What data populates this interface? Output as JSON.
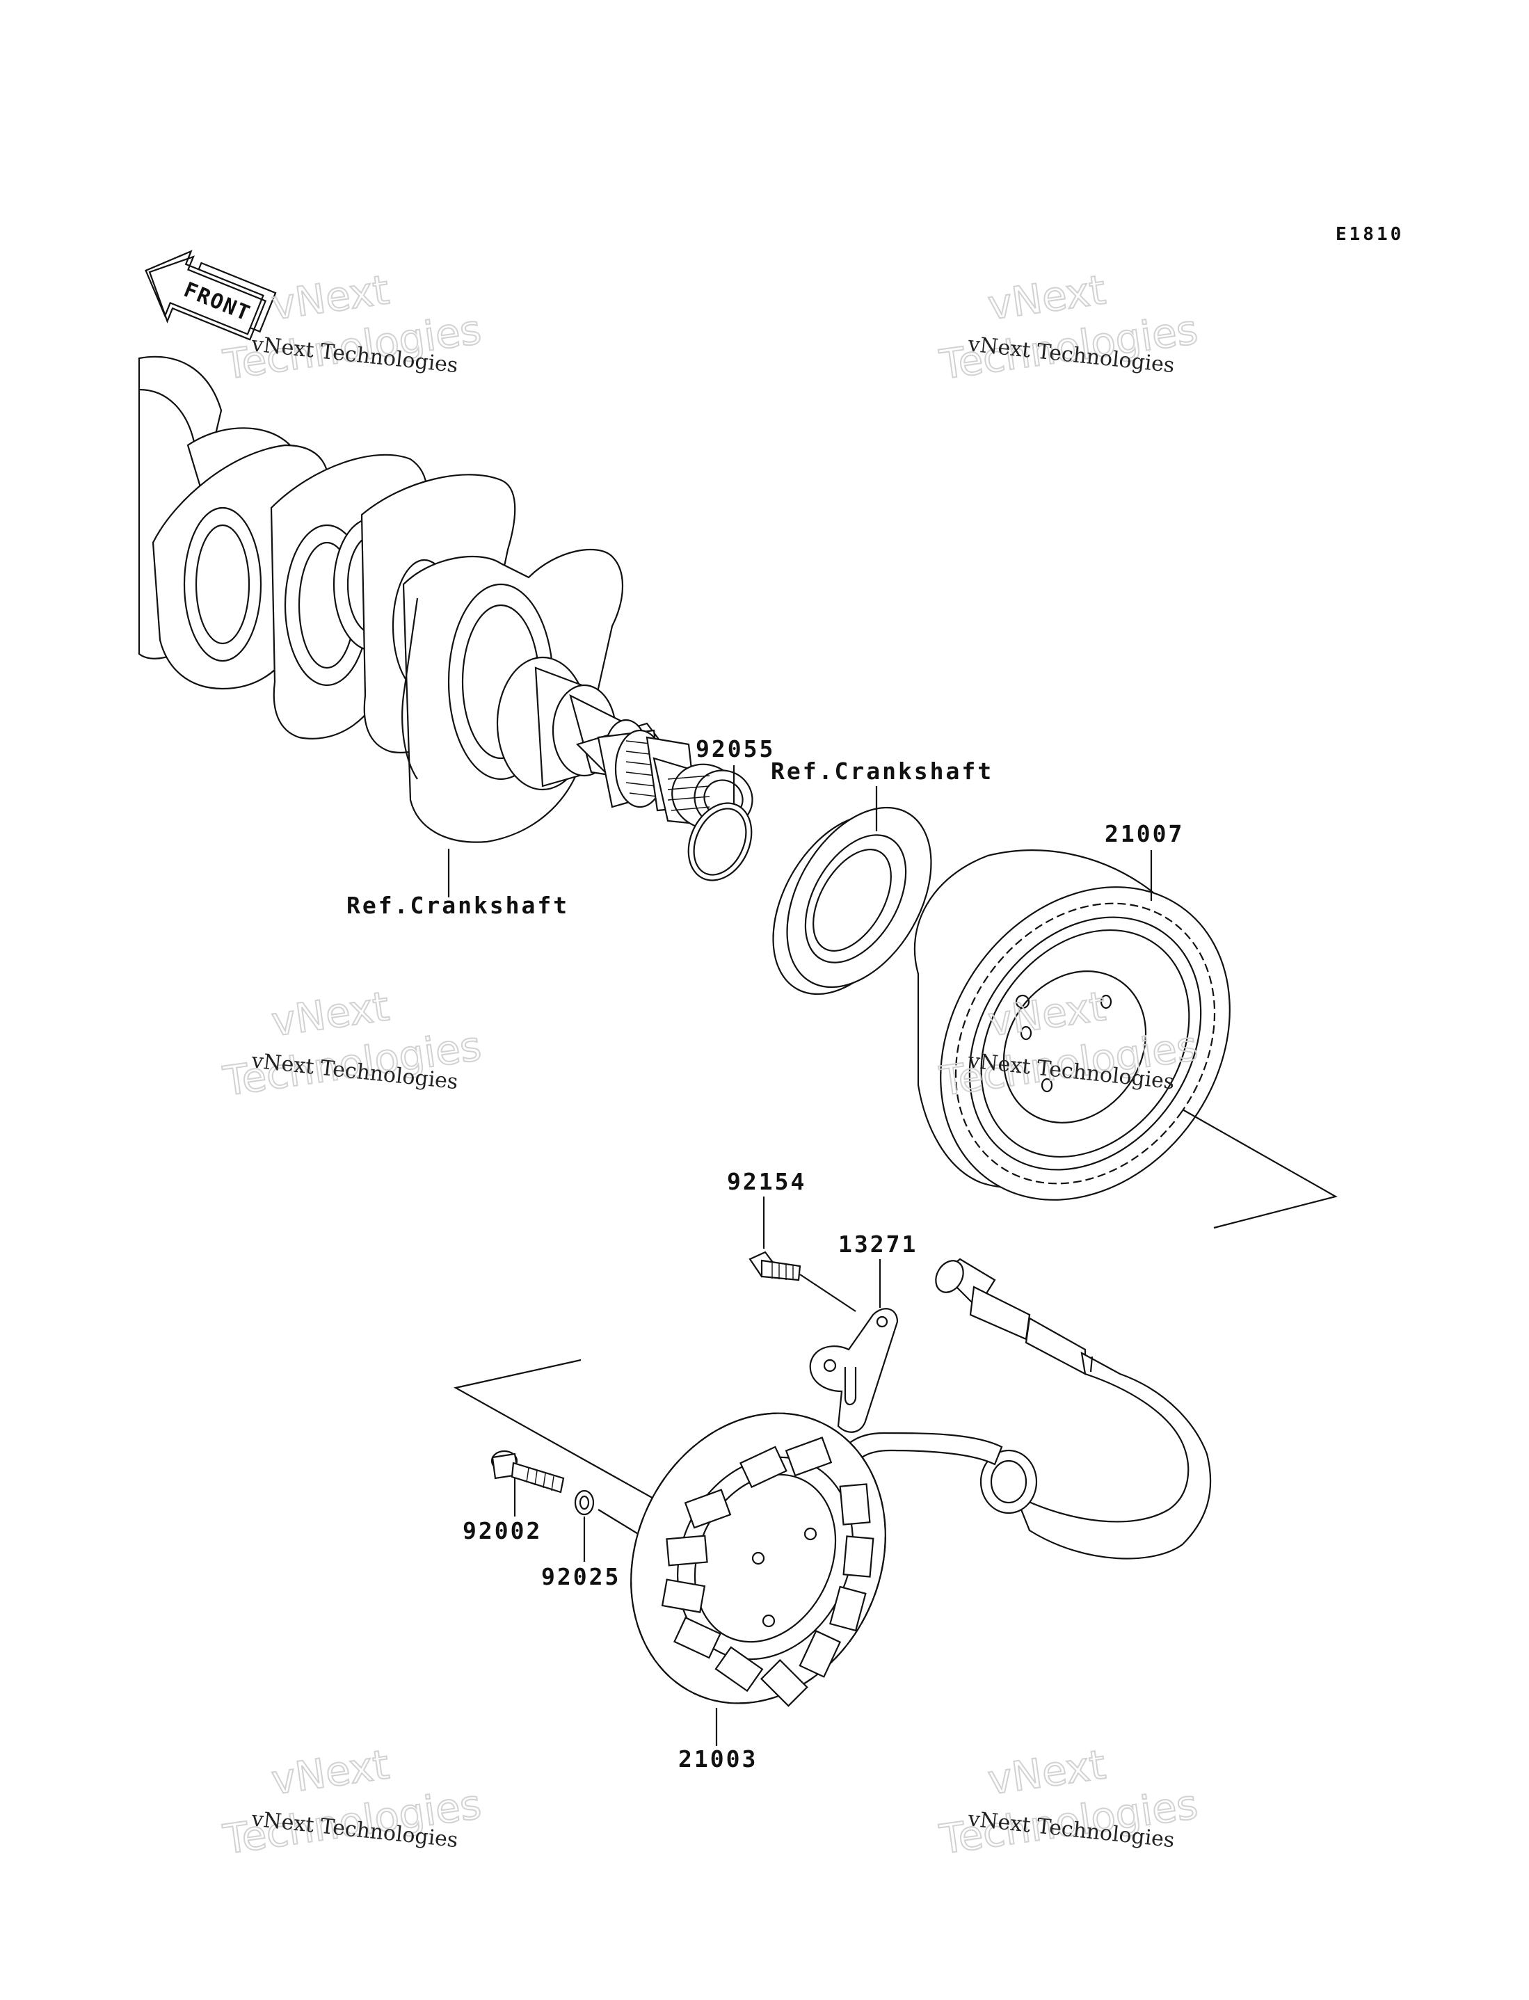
{
  "diagram": {
    "code": "E1810",
    "front_label": "FRONT",
    "parts": {
      "p92055": "92055",
      "p21007": "21007",
      "p92154": "92154",
      "p13271": "13271",
      "p92002": "92002",
      "p92025": "92025",
      "p21003": "21003"
    },
    "references": {
      "ref_upper": "Ref.Crankshaft",
      "ref_lower": "Ref.Crankshaft"
    },
    "watermark": {
      "small": "vNext Technologies",
      "big_line1": "vNext",
      "big_line2": "Technologies"
    }
  }
}
